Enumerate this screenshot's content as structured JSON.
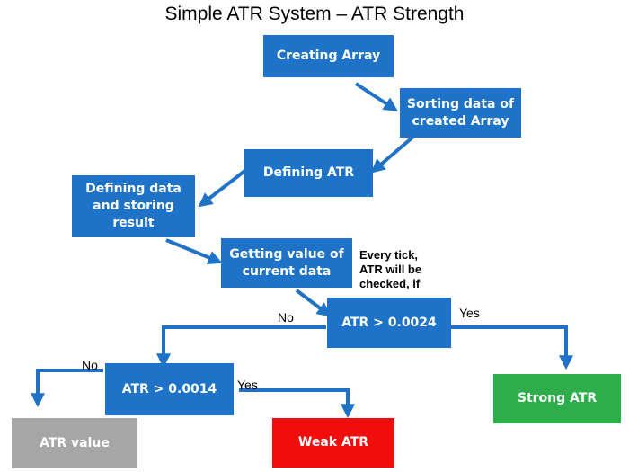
{
  "title": "Simple ATR System – ATR Strength",
  "colors": {
    "box_blue": "#1e73c8",
    "arrow_blue": "#1f72c6",
    "strong_green": "#2eae4a",
    "weak_red": "#f20d0d",
    "value_gray": "#a6a6a6"
  },
  "nodes": {
    "creating_array": "Creating Array",
    "sorting_data": "Sorting data of created Array",
    "defining_atr": "Defining ATR",
    "defining_data": "Defining data and storing result",
    "getting_value": "Getting value of current data",
    "atr_check_high": "ATR > 0.0024",
    "atr_check_low": "ATR > 0.0014",
    "strong_atr": "Strong ATR",
    "weak_atr": "Weak ATR",
    "atr_value": "ATR value"
  },
  "annotation": "Every tick, ATR will be checked, if",
  "edge_labels": {
    "high_no": "No",
    "high_yes": "Yes",
    "low_no": "No",
    "low_yes": "Yes"
  }
}
